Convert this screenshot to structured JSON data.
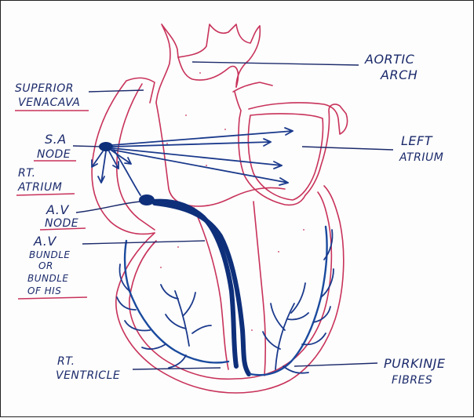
{
  "diagram": {
    "colors": {
      "outline": "#c8325a",
      "conduction": "#0e2f7a",
      "label_ink": "#1b2a6b"
    },
    "labels": {
      "aortic_arch_1": "AORTIC",
      "aortic_arch_2": "ARCH",
      "superior_vena_cava_1": "SUPERIOR",
      "superior_vena_cava_2": "VENACAVA",
      "sa_node_1": "S.A",
      "sa_node_2": "NODE",
      "rt_atrium_1": "RT.",
      "rt_atrium_2": "ATRIUM",
      "left_atrium_1": "LEFT",
      "left_atrium_2": "ATRIUM",
      "av_node_1": "A.V",
      "av_node_2": "NODE",
      "av_bundle_1": "A.V",
      "av_bundle_2": "BUNDLE",
      "av_bundle_3": "OR",
      "av_bundle_4": "BUNDLE",
      "av_bundle_5": "OF HIS",
      "rt_ventricle_1": "RT.",
      "rt_ventricle_2": "VENTRICLE",
      "purkinje_1": "PURKINJE",
      "purkinje_2": "FIBRES"
    }
  }
}
